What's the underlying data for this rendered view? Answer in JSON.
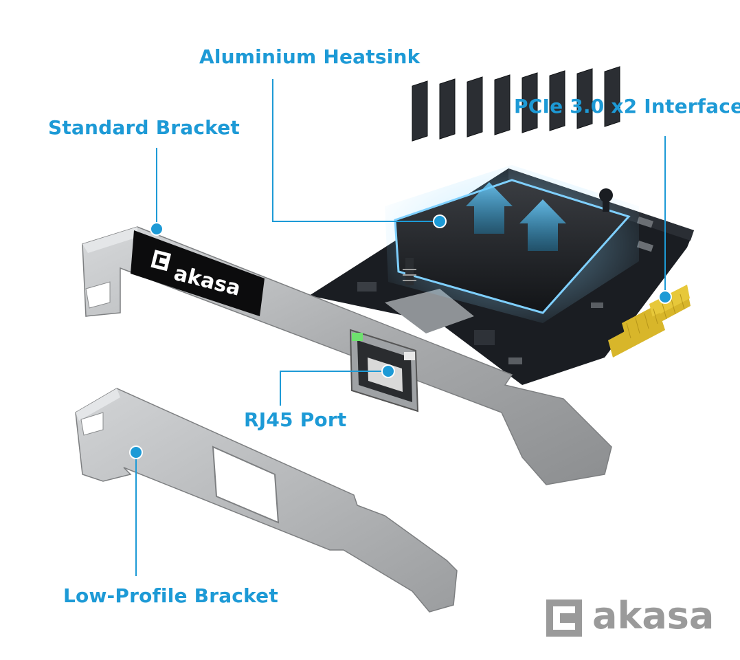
{
  "callouts": {
    "heatsink": "Aluminium Heatsink",
    "pcie": "PCIe 3.0 x2 Interface",
    "standard_bracket": "Standard Bracket",
    "rj45": "RJ45 Port",
    "low_profile": "Low-Profile Bracket"
  },
  "brand": {
    "name": "akasa"
  },
  "colors": {
    "callout_blue": "#1d9ad6",
    "heatsink_glow": "#7fd0ff",
    "pcb": "#1a1d22",
    "bracket": "#b7b9bb",
    "gold_fingers": "#d8b62a",
    "watermark": "#9a9a9a"
  }
}
